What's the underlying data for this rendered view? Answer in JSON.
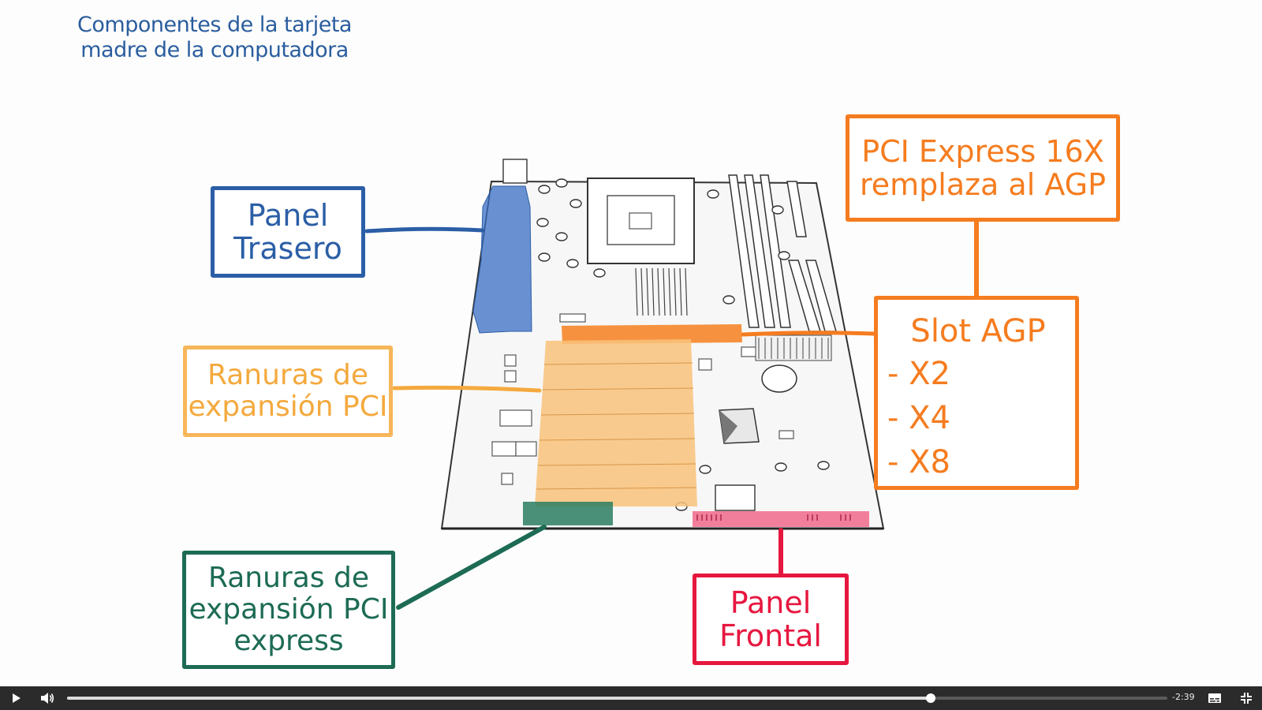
{
  "video": {
    "title": "Componentes de la tarjeta madre de la computadora",
    "title_lines": [
      "Componentes de la tarjeta",
      "madre de la computadora"
    ],
    "callouts": {
      "rear_panel": [
        "Panel",
        "Trasero"
      ],
      "pci_slots": [
        "Ranuras de",
        "expansión PCI"
      ],
      "pcie_slots": [
        "Ranuras de",
        "expansión PCI",
        "express"
      ],
      "front_panel": [
        "Panel",
        "Frontal"
      ],
      "pcie16": [
        "PCI Express 16X",
        "remplaza al AGP"
      ],
      "agp": {
        "title": "Slot AGP",
        "items": [
          "- X2",
          "- X4",
          "- X8"
        ]
      }
    },
    "colors": {
      "rear_panel": "#2b5ea6",
      "pci_slots": "#f4a93e",
      "pcie_slots": "#1d6b55",
      "front_panel": "#e6173f",
      "agp": "#f57c1f"
    }
  },
  "controls": {
    "play_icon": "play-icon",
    "volume_icon": "volume-icon",
    "captions_icon": "captions-icon",
    "exit_fullscreen_icon": "exit-fullscreen-icon",
    "progress": 0.785,
    "remaining_time": "-2:39"
  }
}
